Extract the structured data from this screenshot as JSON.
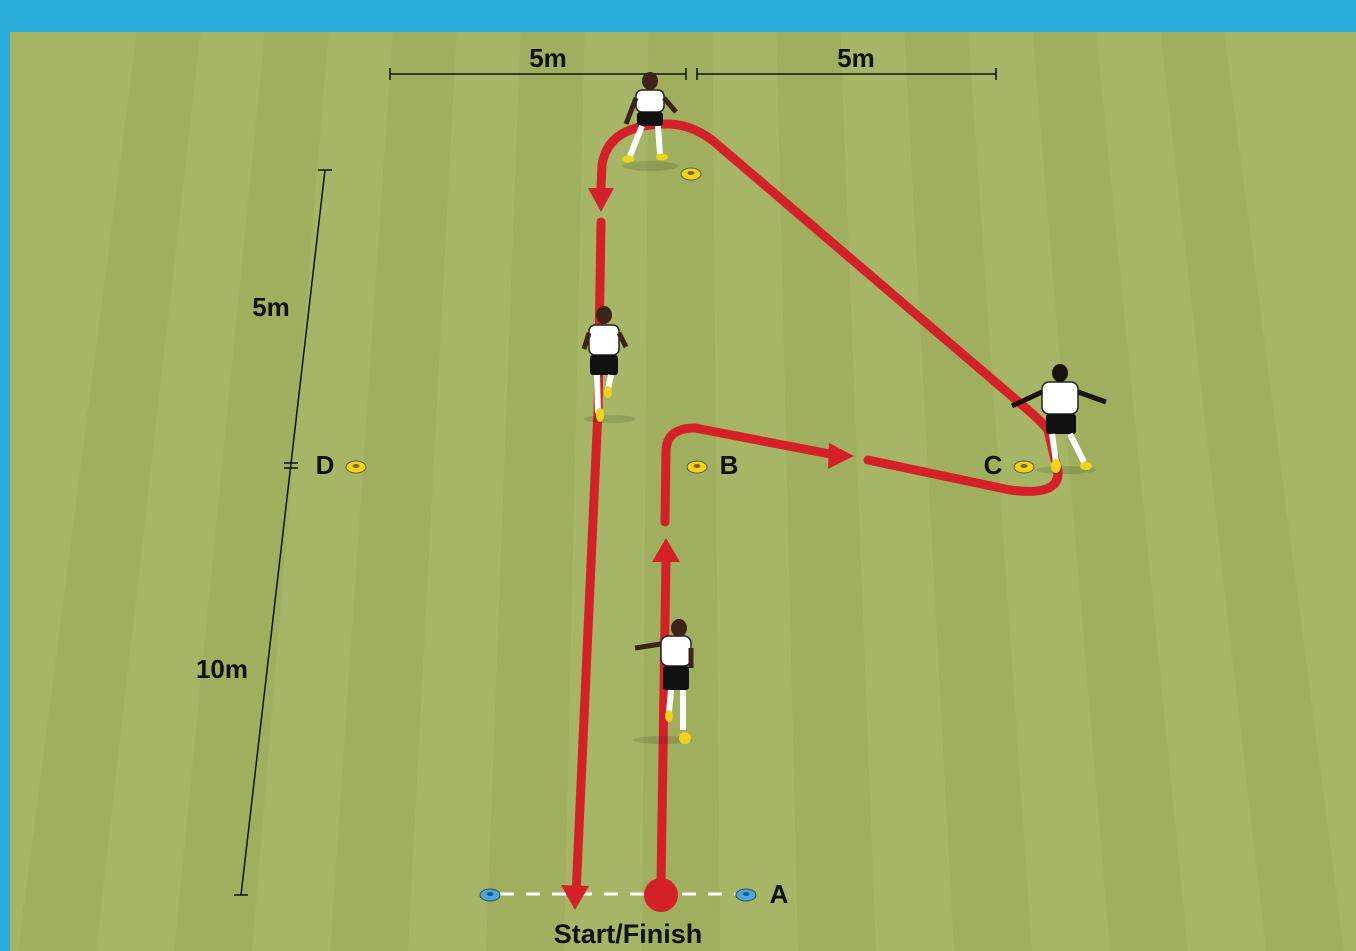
{
  "measurements": {
    "top_left": "5m",
    "top_right": "5m",
    "side_upper": "5m",
    "side_lower": "10m"
  },
  "markers": {
    "a": "A",
    "b": "B",
    "c": "C",
    "d": "D"
  },
  "start_finish": "Start/Finish",
  "colors": {
    "frame": "#2aaddb",
    "grass_light": "#a9b86a",
    "grass_dark": "#9aa957",
    "path": "#d42128",
    "cone_yellow": "#f2d21b",
    "cone_blue": "#46a9de"
  }
}
